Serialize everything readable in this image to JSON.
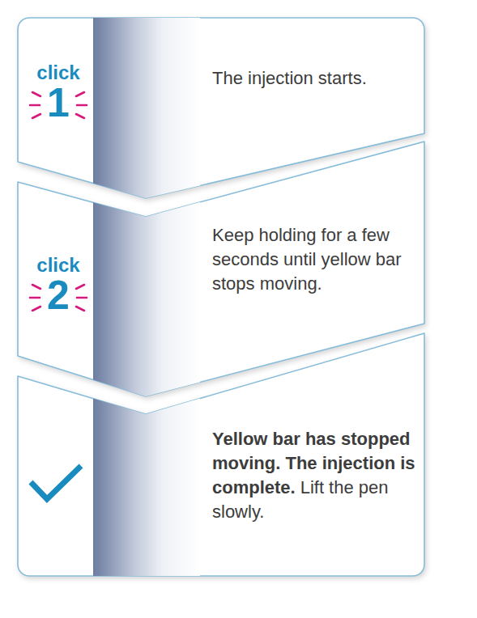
{
  "diagram": {
    "nodes": [
      {
        "text": [
          "click",
          "1",
          "The injection starts."
        ]
      },
      {
        "text": [
          "click",
          "2",
          "Keep holding for a few seconds until yellow bar stops moving."
        ]
      },
      {
        "text": [
          "Yellow bar has stopped moving. The injection is complete.",
          "Lift the pen slowly."
        ]
      }
    ]
  }
}
